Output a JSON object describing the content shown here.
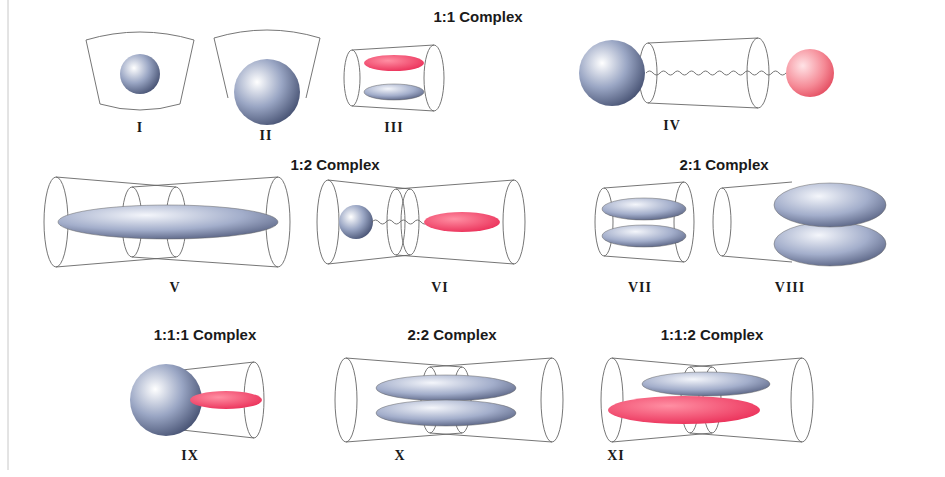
{
  "diagram": {
    "labels": [
      "1:1 Complex",
      "I",
      "II",
      "III",
      "IV",
      "1:2 Complex",
      "2:1 Complex",
      "V",
      "VI",
      "VII",
      "VIII",
      "1:1:1 Complex",
      "2:2 Complex",
      "1:1:2 Complex",
      "IX",
      "X",
      "XI"
    ]
  }
}
